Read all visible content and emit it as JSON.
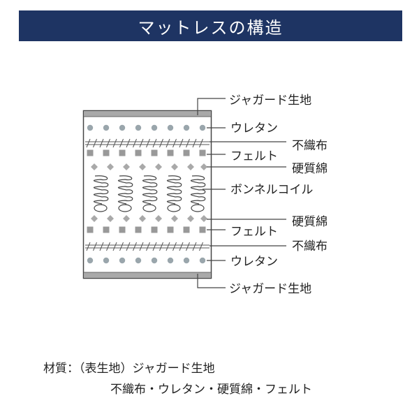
{
  "header": {
    "title": "マットレスの構造"
  },
  "labels": {
    "jacquard_top": "ジャガード生地",
    "urethane_top": "ウレタン",
    "nonwoven_top": "不織布",
    "felt_top": "フェルト",
    "hardcotton_top": "硬質綿",
    "bonnel_coil": "ボンネルコイル",
    "hardcotton_bottom": "硬質綿",
    "felt_bottom": "フェルト",
    "nonwoven_bottom": "不織布",
    "urethane_bottom": "ウレタン",
    "jacquard_bottom": "ジャガード生地"
  },
  "materials": {
    "line1": "材質：（表生地）ジャガード生地",
    "line2": "不織布・ウレタン・硬質綿・フェルト"
  },
  "colors": {
    "banner": "#1e3463",
    "outline": "#444444",
    "fabric_band": "#a9a9a9",
    "dots": "#9aa6ac",
    "squares": "#999999",
    "diamonds": "#a9a9a9",
    "lines": "#555555"
  }
}
